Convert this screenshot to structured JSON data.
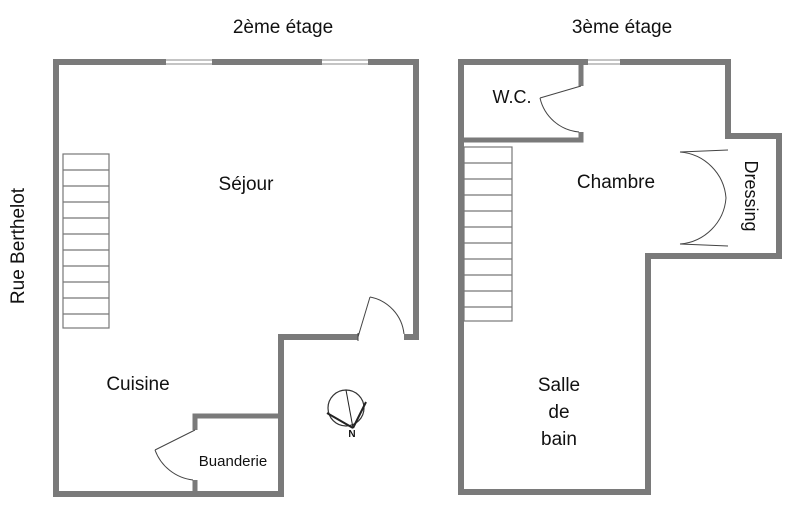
{
  "titles": {
    "floor2": "2ème étage",
    "floor3": "3ème étage"
  },
  "street": "Rue Berthelot",
  "rooms": {
    "sejour": "Séjour",
    "cuisine": "Cuisine",
    "buanderie": "Buanderie",
    "wc": "W.C.",
    "chambre": "Chambre",
    "dressing": "Dressing",
    "salle_line1": "Salle",
    "salle_line2": "de",
    "salle_line3": "bain"
  },
  "compass": {
    "north_label": "N"
  }
}
